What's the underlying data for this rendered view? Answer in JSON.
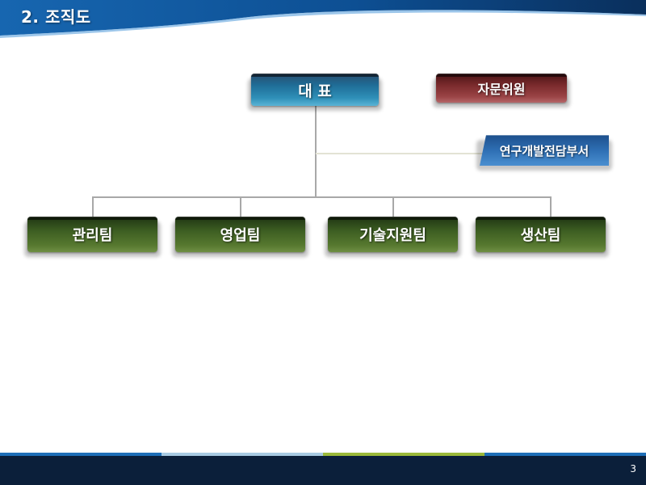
{
  "slide": {
    "title": "2. 조직도",
    "page_number": "3"
  },
  "org": {
    "ceo": "대 표",
    "advisor": "자문위원",
    "rnd": "연구개발전담부서",
    "teams": [
      "관리팀",
      "영업팀",
      "기술지원팀",
      "생산팀"
    ]
  },
  "colors": {
    "header_dark": "#0b3a6a",
    "footer": "#0b1f3a",
    "ceo_box": "#1f6c96",
    "advisor_box": "#7a2a2c",
    "rnd_box": "#2e6fb4",
    "team_box": "#3d5e22",
    "connector": "#a8a8a8"
  }
}
